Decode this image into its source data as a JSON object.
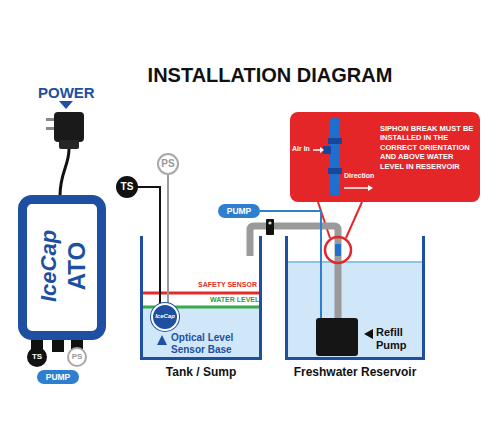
{
  "diagram": {
    "title": "INSTALLATION DIAGRAM",
    "nodes": [
      {
        "text": [
          "IceCap",
          "ATO"
        ]
      },
      {
        "text": [
          "TS"
        ]
      },
      {
        "text": [
          "PS"
        ]
      },
      {
        "text": [
          "PUMP"
        ]
      },
      {
        "text": [
          "Tank / Sump"
        ]
      },
      {
        "text": [
          "TS"
        ]
      },
      {
        "text": [
          "PS"
        ]
      },
      {
        "text": [
          "PUMP"
        ]
      },
      {
        "text": [
          "Freshwater Reservoir"
        ]
      },
      {
        "text": [
          "SIPHON BREAK MUST BE INSTALLED IN THE CORRECT ORIENTATION AND ABOVE WATER LEVEL IN RESERVOIR"
        ]
      },
      {
        "text": [
          "Refill Pump"
        ],
        "in": 8
      },
      {
        "text": [
          "IceCap",
          "Optical Level Sensor Base"
        ],
        "in": 4
      }
    ],
    "edges": [
      {
        "from": 5,
        "to": 11,
        "arrow": "none"
      },
      {
        "from": 6,
        "to": 11,
        "arrow": "none"
      },
      {
        "from": 7,
        "to": 10,
        "arrow": "none"
      }
    ],
    "labels": [
      "POWER",
      "SAFETY SENSOR",
      "WATER LEVEL",
      "Air In",
      "Direction"
    ]
  }
}
